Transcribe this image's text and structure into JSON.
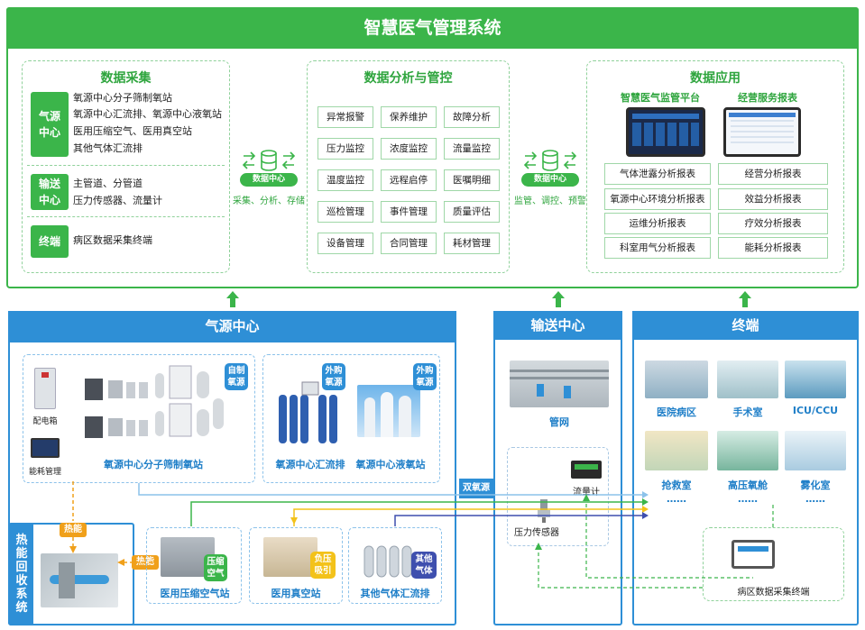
{
  "title": "智慧医气管理系统",
  "data_collection": {
    "heading": "数据采集",
    "groups": [
      {
        "label": "气源中心",
        "items": [
          "氧源中心分子筛制氧站",
          "氧源中心汇流排、氧源中心液氧站",
          "医用压缩空气、医用真空站",
          "其他气体汇流排"
        ]
      },
      {
        "label": "输送中心",
        "items": [
          "主管道、分管道",
          "压力传感器、流量计"
        ]
      },
      {
        "label": "终端",
        "items": [
          "病区数据采集终端"
        ]
      }
    ]
  },
  "left_hub": {
    "badge": "数据中心",
    "note": "采集、分析、存储"
  },
  "analysis": {
    "heading": "数据分析与管控",
    "items": [
      "异常报警",
      "保养维护",
      "故障分析",
      "压力监控",
      "浓度监控",
      "流量监控",
      "温度监控",
      "远程启停",
      "医嘱明细",
      "巡检管理",
      "事件管理",
      "质量评估",
      "设备管理",
      "合同管理",
      "耗材管理"
    ]
  },
  "right_hub": {
    "badge": "数据中心",
    "note": "监管、调控、预警"
  },
  "application": {
    "heading": "数据应用",
    "platform_left": "智慧医气监管平台",
    "platform_right": "经营服务报表",
    "reports_left": [
      "气体泄露分析报表",
      "氧源中心环境分析报表",
      "运维分析报表",
      "科室用气分析报表"
    ],
    "reports_right": [
      "经营分析报表",
      "效益分析报表",
      "疗效分析报表",
      "能耗分析报表"
    ]
  },
  "gas_center": {
    "heading": "气源中心",
    "power_box": "配电箱",
    "energy_mgmt": "能耗管理",
    "self_tag": "自制氧源",
    "outsourced_tag_1": "外购氧源",
    "outsourced_tag_2": "外购氧源",
    "station_molecular": "氧源中心分子筛制氧站",
    "station_manifold": "氧源中心汇流排",
    "station_liquid": "氧源中心液氧站",
    "dual_source": "双氧源",
    "heat_1": "热能",
    "heat_2": "热能",
    "air_tag": "压缩空气",
    "vacuum_tag": "负压吸引",
    "other_tag": "其他气体",
    "station_air": "医用压缩空气站",
    "station_vacuum": "医用真空站",
    "station_other": "其他气体汇流排",
    "heat_recovery": "热能回收系统"
  },
  "transport": {
    "heading": "输送中心",
    "pipe": "管网",
    "flowmeter": "流量计",
    "pressure": "压力传感器"
  },
  "terminal": {
    "heading": "终端",
    "rooms": [
      "医院病区",
      "手术室",
      "ICU/CCU",
      "抢救室",
      "高压氧舱",
      "雾化室"
    ],
    "more_1": "……",
    "more_2": "……",
    "more_3": "……",
    "collector": "病区数据采集终端"
  },
  "colors": {
    "green": "#3bb54a",
    "blue": "#2e8fd6",
    "yellow": "#f3c21a",
    "orange": "#f0a01a",
    "purple": "#3e4fae"
  }
}
